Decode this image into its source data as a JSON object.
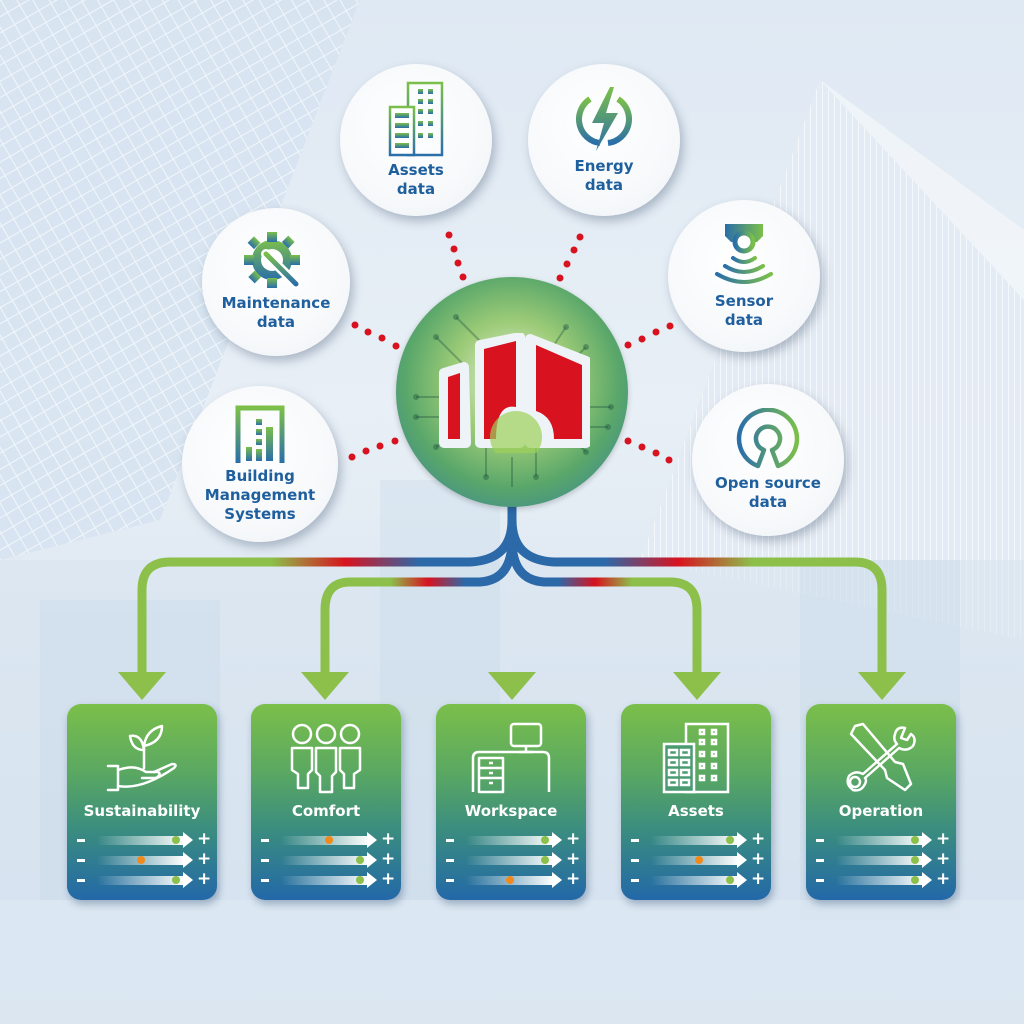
{
  "colors": {
    "primary_blue": "#1f5f9e",
    "green": "#7bbf4a",
    "red": "#d8121f",
    "dot_green": "#8cc04b",
    "dot_orange": "#f08a1c"
  },
  "hub": {
    "icon": "red-building-logo-icon",
    "background": "circuit-board-circle"
  },
  "data_sources": [
    {
      "label_line1": "Assets",
      "label_line2": "data",
      "icon": "buildings-icon"
    },
    {
      "label_line1": "Energy",
      "label_line2": "data",
      "icon": "energy-bolt-icon"
    },
    {
      "label_line1": "Maintenance",
      "label_line2": "data",
      "icon": "gear-wrench-icon"
    },
    {
      "label_line1": "Sensor",
      "label_line2": "data",
      "icon": "sensor-waves-icon"
    },
    {
      "label_line1": "Building",
      "label_line2": "Management",
      "label_line3": "Systems",
      "icon": "bar-chart-icon"
    },
    {
      "label_line1": "Open source",
      "label_line2": "data",
      "icon": "open-source-icon"
    }
  ],
  "outcomes": [
    {
      "title": "Sustainability",
      "icon": "plant-in-hand-icon",
      "scales": [
        {
          "minus": "-",
          "plus": "+",
          "position": 0.82,
          "color": "green"
        },
        {
          "minus": "-",
          "plus": "+",
          "position": 0.46,
          "color": "orange"
        },
        {
          "minus": "-",
          "plus": "+",
          "position": 0.82,
          "color": "green"
        }
      ]
    },
    {
      "title": "Comfort",
      "icon": "people-group-icon",
      "scales": [
        {
          "minus": "-",
          "plus": "+",
          "position": 0.5,
          "color": "orange"
        },
        {
          "minus": "-",
          "plus": "+",
          "position": 0.82,
          "color": "green"
        },
        {
          "minus": "-",
          "plus": "+",
          "position": 0.82,
          "color": "green"
        }
      ]
    },
    {
      "title": "Workspace",
      "icon": "desk-computer-icon",
      "scales": [
        {
          "minus": "-",
          "plus": "+",
          "position": 0.82,
          "color": "green"
        },
        {
          "minus": "-",
          "plus": "+",
          "position": 0.82,
          "color": "green"
        },
        {
          "minus": "-",
          "plus": "+",
          "position": 0.46,
          "color": "orange"
        }
      ]
    },
    {
      "title": "Assets",
      "icon": "office-buildings-icon",
      "scales": [
        {
          "minus": "-",
          "plus": "+",
          "position": 0.82,
          "color": "green"
        },
        {
          "minus": "-",
          "plus": "+",
          "position": 0.5,
          "color": "orange"
        },
        {
          "minus": "-",
          "plus": "+",
          "position": 0.82,
          "color": "green"
        }
      ]
    },
    {
      "title": "Operation",
      "icon": "wrench-screwdriver-icon",
      "scales": [
        {
          "minus": "-",
          "plus": "+",
          "position": 0.82,
          "color": "green"
        },
        {
          "minus": "-",
          "plus": "+",
          "position": 0.82,
          "color": "green"
        },
        {
          "minus": "-",
          "plus": "+",
          "position": 0.82,
          "color": "green"
        }
      ]
    }
  ]
}
